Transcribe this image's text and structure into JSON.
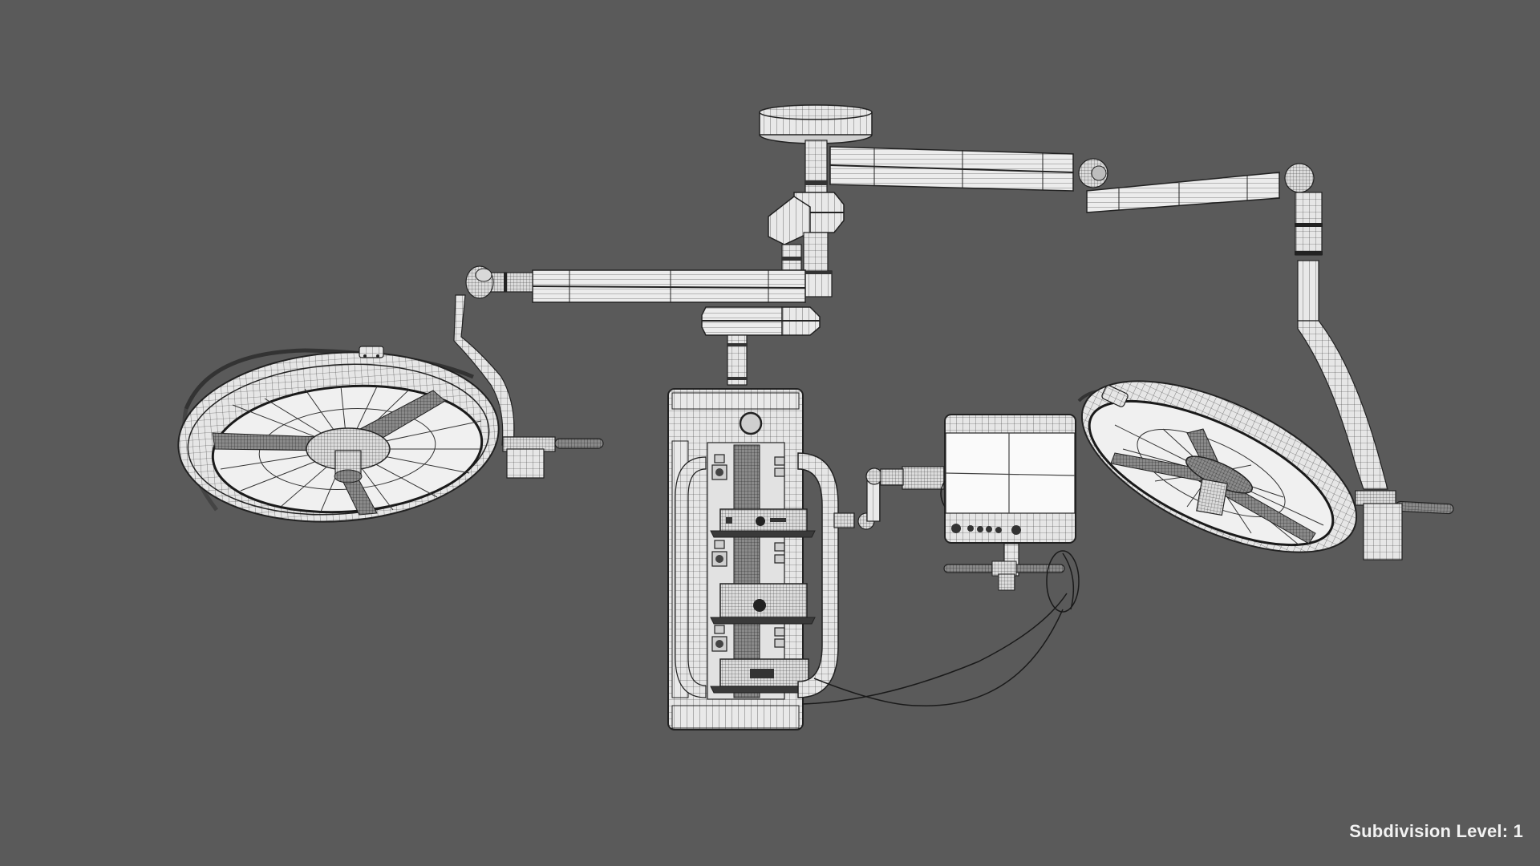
{
  "viewport": {
    "background": "#5a5a5a",
    "render_mode": "wireframe-on-shaded"
  },
  "overlay": {
    "subdivision_label": "Subdivision Level: 1"
  },
  "scene": {
    "model": "surgical ceiling pendant system",
    "components": [
      {
        "name": "ceiling-mount-plate"
      },
      {
        "name": "central-column"
      },
      {
        "name": "upper-right-arm"
      },
      {
        "name": "left-arm"
      },
      {
        "name": "left-surgical-light"
      },
      {
        "name": "right-surgical-light"
      },
      {
        "name": "equipment-tower"
      },
      {
        "name": "monitor"
      },
      {
        "name": "monitor-arm"
      },
      {
        "name": "cables"
      }
    ],
    "colors": {
      "mesh_fill": "#e8e8e8",
      "mesh_light": "#f4f4f4",
      "wire": "#2a2a2a",
      "dark_part": "#3a3a3a",
      "screen": "#fafafa"
    }
  }
}
